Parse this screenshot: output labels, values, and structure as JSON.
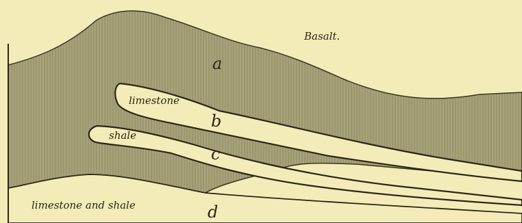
{
  "labels": {
    "basalt": "Basalt.",
    "layer_a": "a",
    "limestone": "limestone",
    "layer_b": "b",
    "shale": "shale",
    "layer_c": "c",
    "limestone_and_shale": "limestone and shale",
    "layer_d": "d"
  },
  "colors": {
    "paper": "#f3ecb8",
    "basalt_fill": "#a9a37c",
    "basalt_hatch": "#8f8962",
    "ink": "#2a2516"
  }
}
